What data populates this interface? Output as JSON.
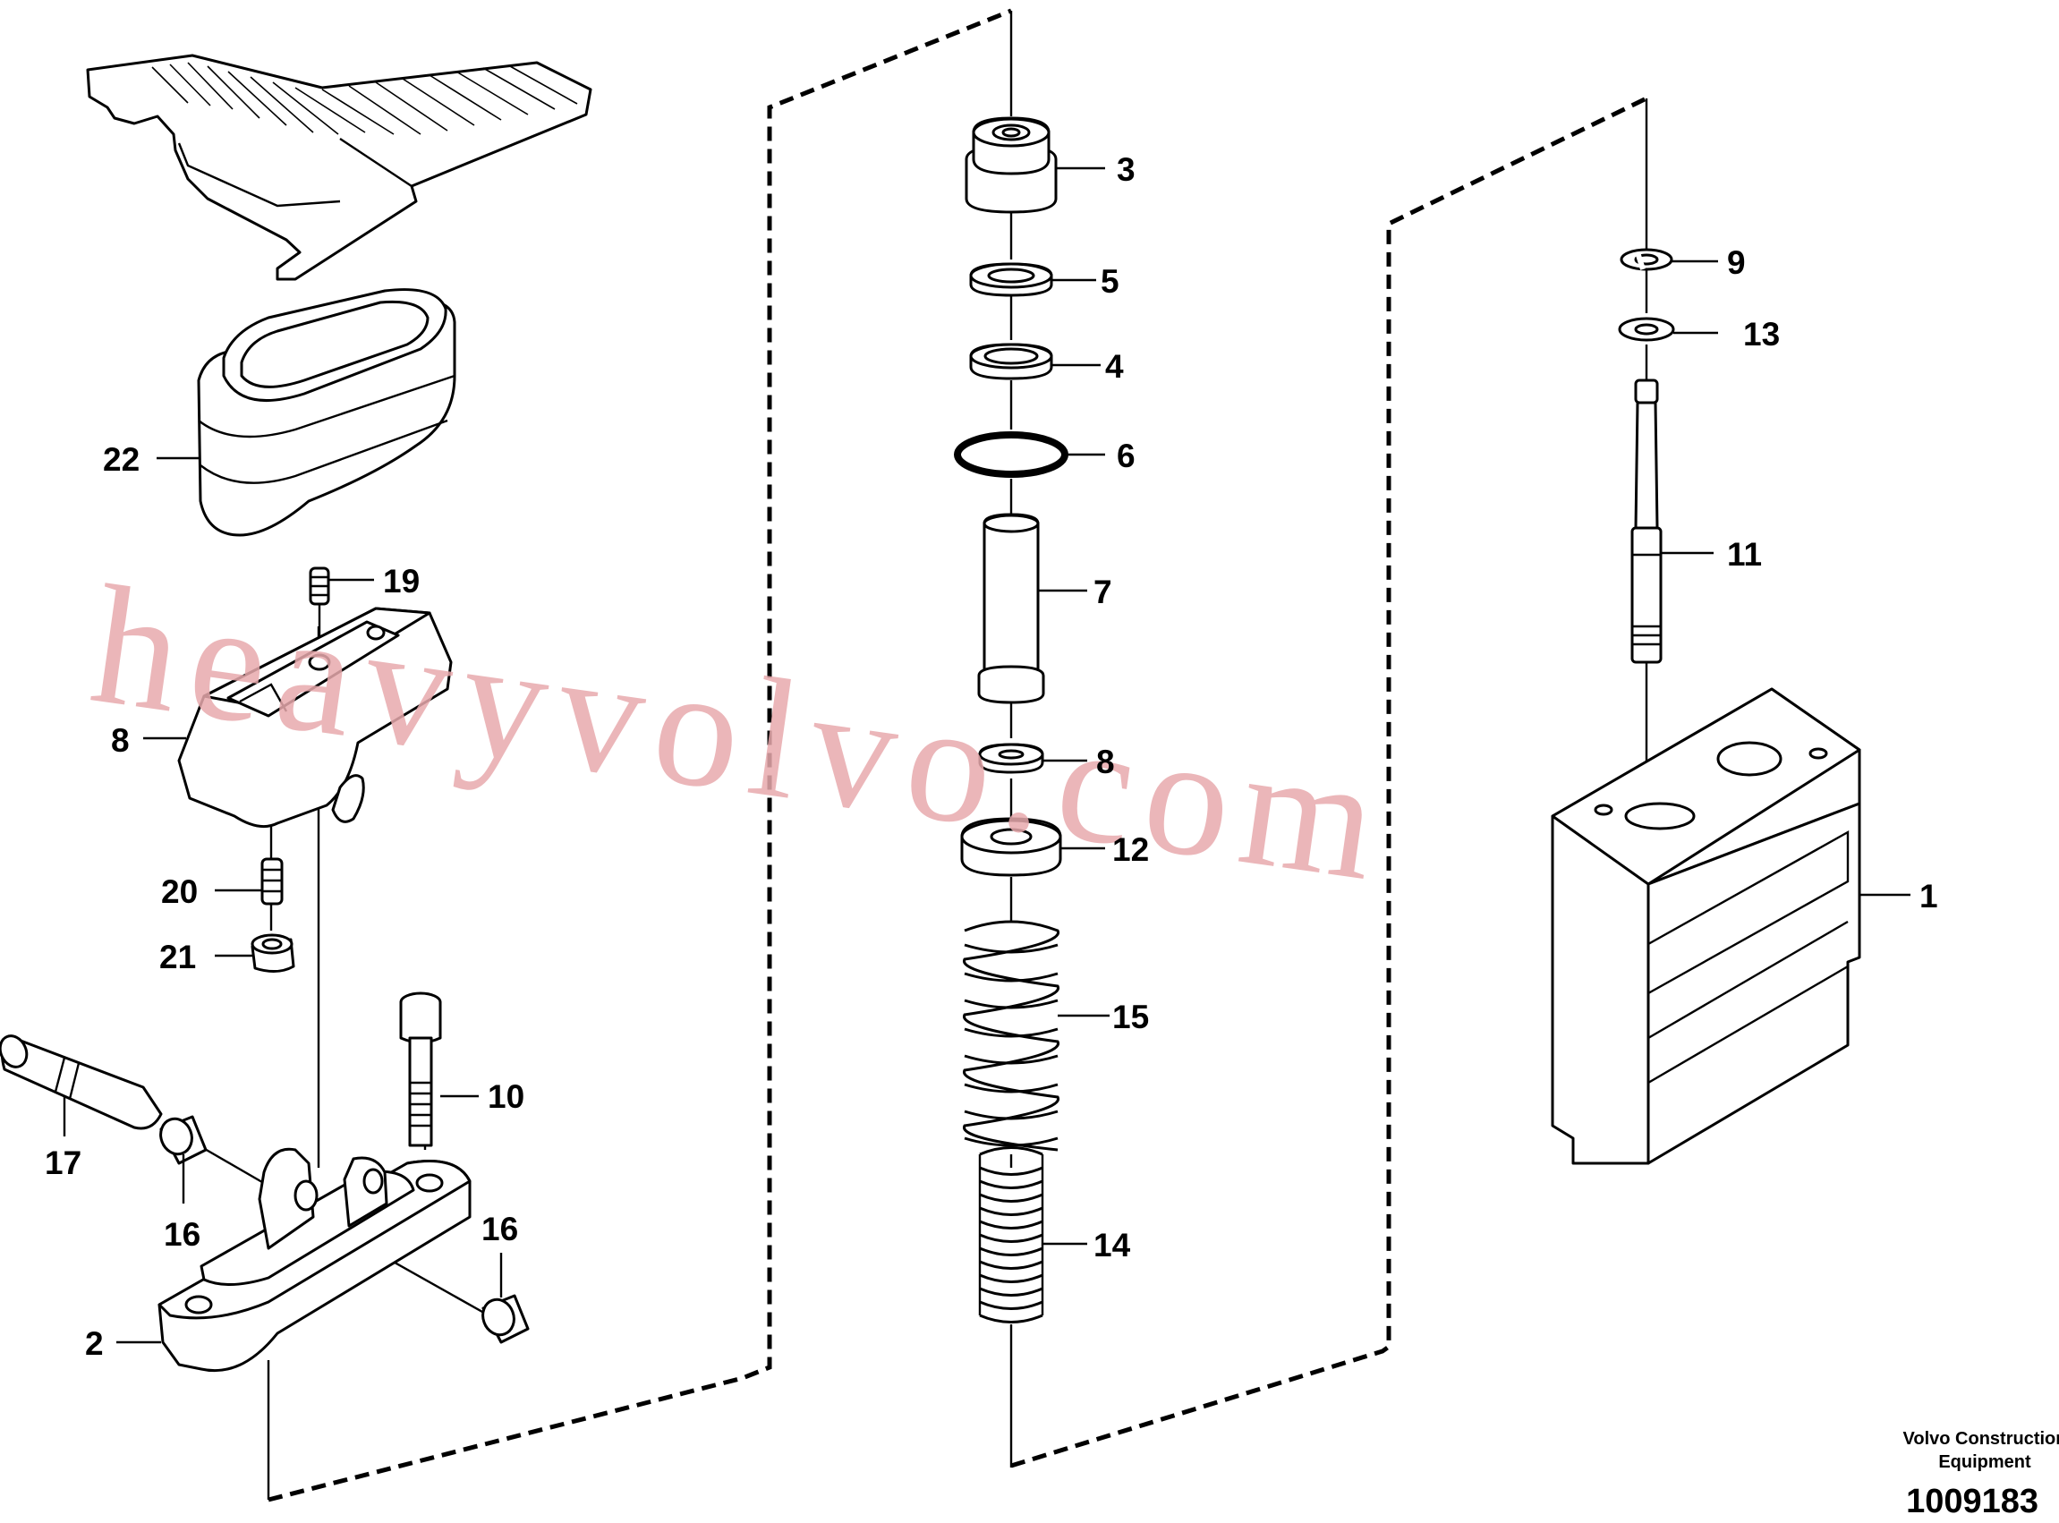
{
  "callouts": {
    "c1": "1",
    "c2": "2",
    "c3": "3",
    "c4": "4",
    "c5": "5",
    "c6": "6",
    "c7": "7",
    "c8": "8",
    "c8b": "8",
    "c9": "9",
    "c10": "10",
    "c11": "11",
    "c12": "12",
    "c13": "13",
    "c14": "14",
    "c15": "15",
    "c16a": "16",
    "c16b": "16",
    "c17": "17",
    "c19": "19",
    "c20": "20",
    "c21": "21",
    "c22": "22"
  },
  "watermark": "heavyvolvo.com",
  "credit": {
    "line1": "Volvo Construction",
    "line2": "Equipment"
  },
  "doc_number": "1009183"
}
